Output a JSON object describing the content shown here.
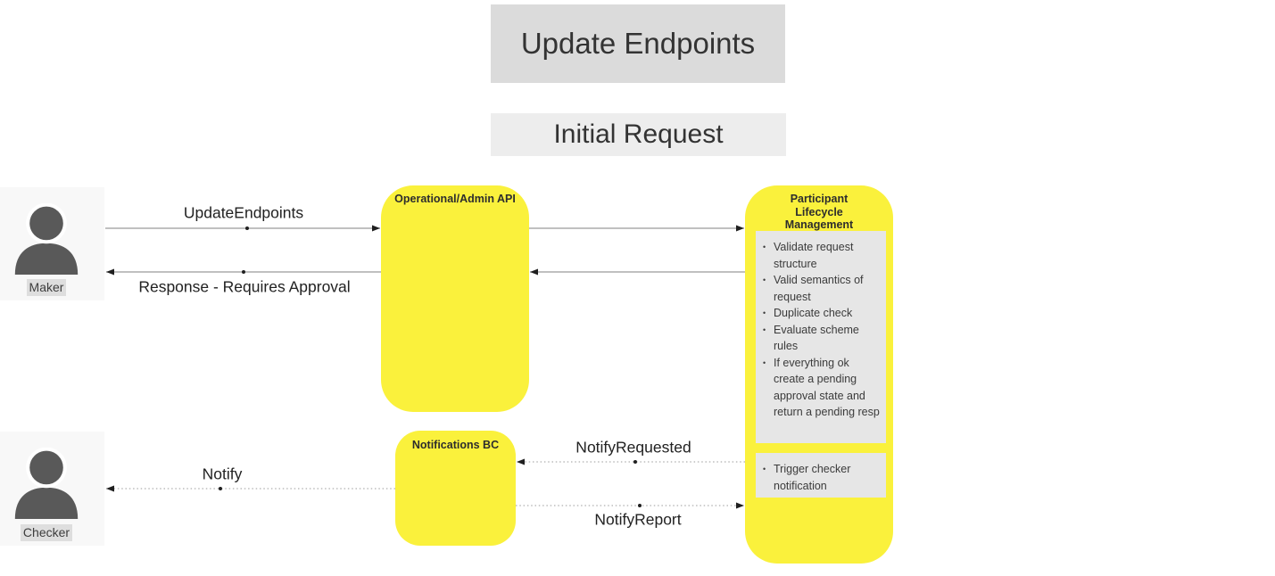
{
  "header": {
    "title": "Update Endpoints",
    "phase": "Initial Request"
  },
  "actors": {
    "maker": {
      "label": "Maker"
    },
    "checker": {
      "label": "Checker"
    }
  },
  "components": {
    "api": {
      "title": "Operational/Admin API"
    },
    "plm": {
      "title": "Participant Lifecycle Management"
    },
    "notifications": {
      "title": "Notifications BC"
    }
  },
  "plm_notes": {
    "validation": {
      "items": [
        "Validate request structure",
        "Valid semantics of request",
        "Duplicate check",
        "Evaluate scheme rules",
        "If everything ok create a pending approval state and return a pending resp"
      ]
    },
    "trigger": {
      "items": [
        "Trigger checker notification"
      ]
    }
  },
  "messages": {
    "update_endpoints": {
      "label": "UpdateEndpoints",
      "style": "solid",
      "direction": "maker-to-api"
    },
    "response_requires_approval": {
      "label": "Response - Requires Approval",
      "style": "solid",
      "direction": "api-to-maker"
    },
    "notify_requested": {
      "label": "NotifyRequested",
      "style": "dotted",
      "direction": "plm-to-notifications"
    },
    "notify": {
      "label": "Notify",
      "style": "dotted",
      "direction": "notifications-to-checker"
    },
    "notify_report": {
      "label": "NotifyReport",
      "style": "dotted",
      "direction": "notifications-to-plm"
    }
  },
  "colors": {
    "component_fill": "#FAF13C",
    "note_fill": "#E6E6E6",
    "header_bg": "#DBDBDB",
    "subheader_bg": "#EDEDED",
    "actor_bg": "#F8F8F8",
    "actor_icon": "#595959",
    "actor_label_bg": "#DEDEDE",
    "line": "#9B9B9B",
    "arrow": "#1F1F1F",
    "text": "#333333",
    "message_text": "#222222"
  }
}
